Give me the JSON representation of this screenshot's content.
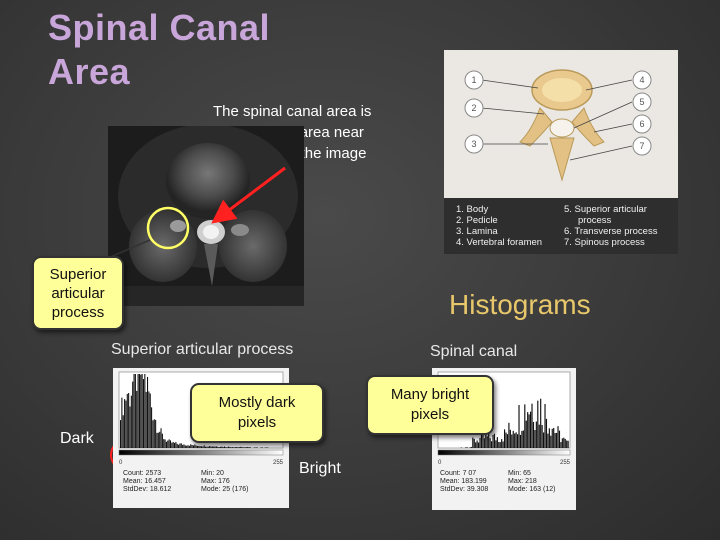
{
  "slide": {
    "title_line1": "Spinal Canal",
    "title_line2": "Area",
    "description_lines": [
      "The spinal canal area is",
      "the brightest area near",
      "the center of the image"
    ],
    "superior_callout_lines": [
      "Superior",
      "articular",
      "process"
    ],
    "histograms_heading": "Histograms",
    "caption_left": "Superior articular process",
    "caption_right": "Spinal canal",
    "callout_mostly_dark_lines": [
      "Mostly dark",
      "pixels"
    ],
    "callout_many_bright_lines": [
      "Many bright",
      "pixels"
    ],
    "label_dark": "Dark",
    "label_bright": "Bright"
  },
  "diagram": {
    "markers": [
      "1",
      "2",
      "3",
      "4",
      "5",
      "6",
      "7"
    ],
    "legend_left": [
      "1. Body",
      "2. Pedicle",
      "3. Lamina",
      "4. Vertebral foramen"
    ],
    "legend_right": [
      "5. Superior articular",
      "process",
      "6. Transverse process",
      "7. Spinous process"
    ]
  },
  "histogram_left": {
    "axis_min": "0",
    "axis_max": "255",
    "stats_left": [
      "Count: 2573",
      "Mean: 16.457",
      "StdDev: 18.612"
    ],
    "stats_right": [
      "Min: 20",
      "Max: 176",
      "Mode: 25 (176)"
    ]
  },
  "histogram_right": {
    "axis_min": "0",
    "axis_max": "255",
    "stats_left": [
      "Count: 7 07",
      "Mean: 183.199",
      "StdDev: 39.308"
    ],
    "stats_right": [
      "Min: 65",
      "Max: 218",
      "Mode: 163 (12)"
    ]
  },
  "colors": {
    "title": "#c9a6d9",
    "heading": "#e8c86a",
    "callout_fill": "#ffff99",
    "marker_circle": "#ff2020",
    "arrow": "#ff2020",
    "circle_outline": "#ffff66"
  }
}
